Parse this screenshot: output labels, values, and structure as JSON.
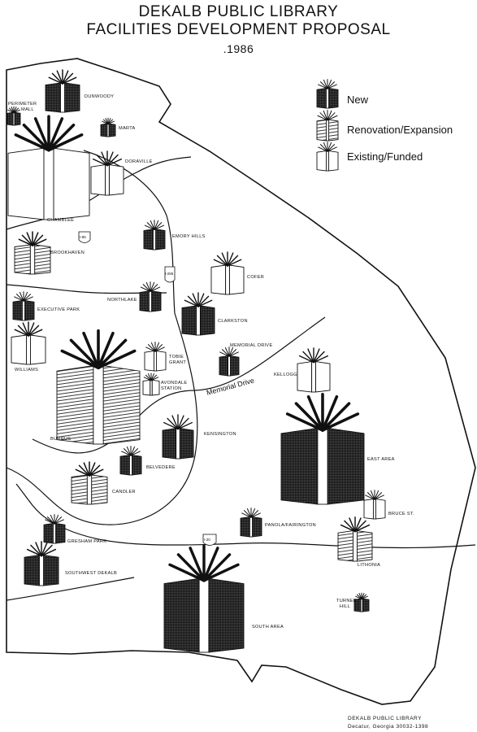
{
  "header": {
    "title_line1": "DEKALB PUBLIC LIBRARY",
    "title_line2": "FACILITIES DEVELOPMENT PROPOSAL",
    "year": ".1986"
  },
  "legend": [
    {
      "label": "New",
      "style": "new"
    },
    {
      "label": "Renovation/Expansion",
      "style": "reno"
    },
    {
      "label": "Existing/Funded",
      "style": "exist"
    }
  ],
  "roads": {
    "memorial_drive": "Memorial Drive",
    "i85": "I-85",
    "i285": "I-285",
    "i20": "I-20"
  },
  "libraries": [
    {
      "name": "DUNWOODY",
      "status": "new"
    },
    {
      "name": "PERIMETER MALL",
      "status": "new"
    },
    {
      "name": "MARTA",
      "status": "new"
    },
    {
      "name": "CHAMBLEE",
      "status": "existing"
    },
    {
      "name": "DORAVILLE",
      "status": "existing"
    },
    {
      "name": "BROOKHAVEN",
      "status": "renovation"
    },
    {
      "name": "EMORY HILLS",
      "status": "new"
    },
    {
      "name": "COFER",
      "status": "existing"
    },
    {
      "name": "EXECUTIVE PARK",
      "status": "new"
    },
    {
      "name": "NORTHLAKE",
      "status": "new"
    },
    {
      "name": "CLARKSTON",
      "status": "new"
    },
    {
      "name": "WILLIAMS",
      "status": "existing"
    },
    {
      "name": "TOBIE GRANT",
      "status": "existing"
    },
    {
      "name": "MEMORIAL DRIVE",
      "status": "new"
    },
    {
      "name": "KELLOGG",
      "status": "existing"
    },
    {
      "name": "AVONDALE STATION",
      "status": "existing"
    },
    {
      "name": "BURRUS",
      "status": "renovation"
    },
    {
      "name": "KENSINGTON",
      "status": "new"
    },
    {
      "name": "EAST AREA",
      "status": "new"
    },
    {
      "name": "BELVEDERE",
      "status": "new"
    },
    {
      "name": "CANDLER",
      "status": "renovation"
    },
    {
      "name": "BRUCE ST.",
      "status": "existing"
    },
    {
      "name": "PANOLA/FAIRINGTON",
      "status": "new"
    },
    {
      "name": "LITHONIA",
      "status": "renovation"
    },
    {
      "name": "GRESHAM PARK",
      "status": "new"
    },
    {
      "name": "SOUTHWEST DEKALB",
      "status": "new"
    },
    {
      "name": "TURNER HILL",
      "status": "new"
    },
    {
      "name": "SOUTH AREA",
      "status": "new"
    }
  ],
  "footer": {
    "line1": "DEKALB PUBLIC LIBRARY",
    "line2": "Decatur, Georgia 30032-1398"
  }
}
